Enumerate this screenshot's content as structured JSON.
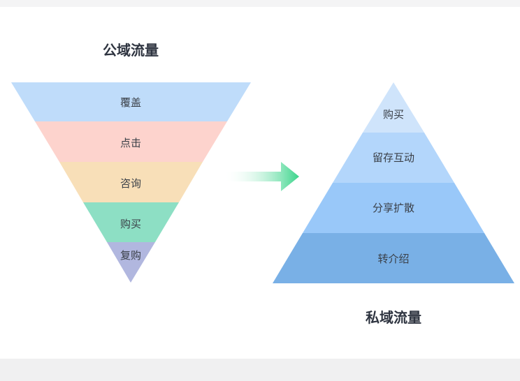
{
  "public": {
    "title": "公域流量",
    "layers": [
      {
        "label": "覆盖",
        "color": "#bfdcfa"
      },
      {
        "label": "点击",
        "color": "#fdd3cd"
      },
      {
        "label": "咨询",
        "color": "#f8dfb8"
      },
      {
        "label": "购买",
        "color": "#8ddfc4"
      },
      {
        "label": "复购",
        "color": "#b1b7df"
      }
    ]
  },
  "private": {
    "title": "私域流量",
    "layers": [
      {
        "label": "购买",
        "color": "#cfe4fb"
      },
      {
        "label": "留存互动",
        "color": "#b3d6fb"
      },
      {
        "label": "分享扩散",
        "color": "#99c8f9"
      },
      {
        "label": "转介绍",
        "color": "#79b0e6"
      }
    ]
  },
  "arrow": {
    "color_start": "#ffffff",
    "color_end": "#39d48a"
  }
}
